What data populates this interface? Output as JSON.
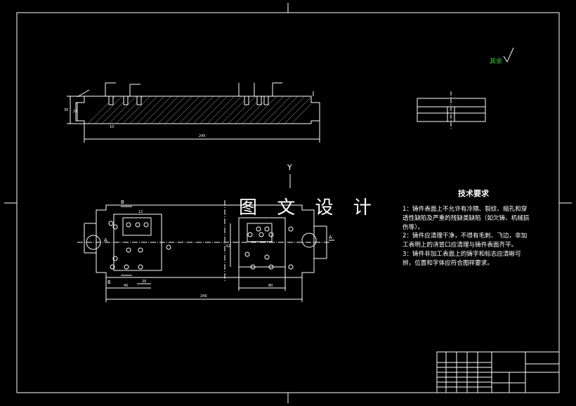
{
  "drawing": {
    "watermark": "图 文 设 计",
    "roughness_note": "其余",
    "axis_label": "Y",
    "technical_requirements": {
      "title": "技术要求",
      "lines": [
        "1：铸件表面上不允许有冷隔、裂纹、缩孔和穿",
        "透性缺陷及严重的残缺类缺陷（如欠铸、机械损",
        "伤等）。",
        "2：铸件应清理干净，不得有毛刺、飞边，非加",
        "工表明上的浇冒口应清理与铸件表面齐平。",
        "3：铸件非加工表面上的铸字和标志应清晰可",
        "辨，位置和字体应符合图样要求。"
      ]
    },
    "dimensions": {
      "front_length": "245",
      "front_height_left": "35",
      "front_height_inner": "22",
      "front_step": "10",
      "plan_length": "249",
      "plan_left_width": "40",
      "plan_left_offset": "20",
      "plan_right_width": "80",
      "plan_left_inner": "12",
      "plan_right_height": "62"
    },
    "section_labels": [
      "B",
      "B",
      "A",
      "A"
    ],
    "colors": {
      "background": "#000000",
      "lines": "#ffffff",
      "roughness_text": "#33cc33"
    }
  }
}
